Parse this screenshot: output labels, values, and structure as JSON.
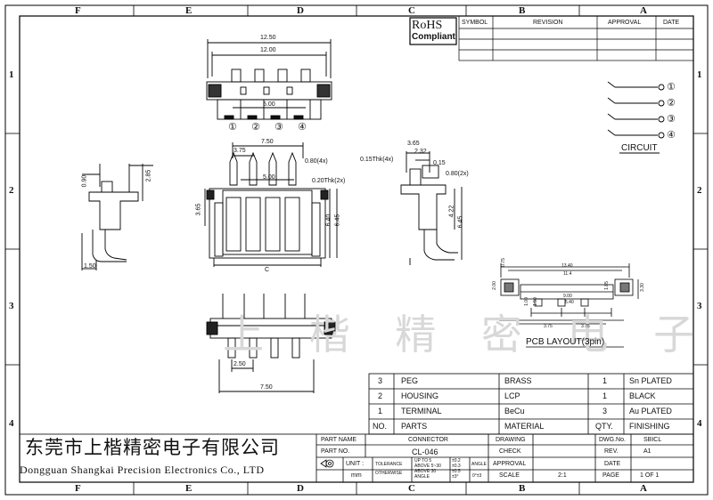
{
  "zones": {
    "columns": [
      "F",
      "E",
      "D",
      "C",
      "B",
      "A"
    ],
    "rows": [
      "1",
      "2",
      "3",
      "4"
    ]
  },
  "rohs": {
    "line1": "RoHS",
    "line2": "Compliant"
  },
  "revision_table": {
    "headers": [
      "SYMBOL",
      "REVISION",
      "APPROVAL",
      "DATE"
    ]
  },
  "circuit": {
    "pins": [
      "①",
      "②",
      "③",
      "④"
    ],
    "label": "CIRCUIT"
  },
  "dims": {
    "top_view": {
      "overall": "12.50",
      "inner": "12.00",
      "pitch": "5.00",
      "pins": [
        "①",
        "②",
        "③",
        "④"
      ]
    },
    "front_view": {
      "d750": "7.50",
      "d375": "3.75",
      "d080": "0.80(4x)",
      "d500": "5.00",
      "d020": "0.20Thk(2x)",
      "d365": "3.65",
      "d640": "6.40",
      "d645": "6.45",
      "c": "C"
    },
    "side_left": {
      "d090": "0.90",
      "d285": "2.85",
      "d150": "1.50"
    },
    "side_right": {
      "d015t": "0.15Thk(4x)",
      "d365": "3.65",
      "d232": "2.32",
      "d015": "0.15",
      "d080": "0.80(2x)",
      "d422": "4.22",
      "d645": "6.45"
    },
    "bottom_view": {
      "d250": "2.50",
      "d750": "7.50"
    },
    "pcb": {
      "label": "PCB  LAYOUT(3pin)",
      "d1340": "13.40",
      "d114": "11.4",
      "d900": "9.00",
      "d540": "5.40",
      "d375a": "3.75",
      "d375b": "3.75",
      "d085": "0.75",
      "d200": "2.00",
      "d185": "1.85",
      "d330": "3.30",
      "d100": "1.00",
      "d150": "1.50"
    }
  },
  "watermark": "上 楷 精 密 电 子",
  "parts": [
    {
      "no": "3",
      "part": "PEG",
      "material": "BRASS",
      "qty": "1",
      "finishing": "Sn  PLATED"
    },
    {
      "no": "2",
      "part": "HOUSING",
      "material": "LCP",
      "qty": "1",
      "finishing": "BLACK"
    },
    {
      "no": "1",
      "part": "TERMINAL",
      "material": "BeCu",
      "qty": "3",
      "finishing": "Au  PLATED"
    }
  ],
  "parts_header": {
    "no": "NO.",
    "part": "PARTS",
    "material": "MATERIAL",
    "qty": "QTY.",
    "finishing": "FINISHING"
  },
  "title_block": {
    "company_cn": "东莞市上楷精密电子有限公司",
    "company_en": "Dongguan Shangkai Precision Electronics Co., LTD",
    "part_name_label": "PART NAME",
    "part_name": "CONNECTOR",
    "part_no_label": "PART NO.",
    "part_no": "CL-046",
    "unit_label": "UNIT :",
    "unit": "mm",
    "tolerance": "TOLERANCE",
    "otherwise": "OTHERWISE",
    "tol_rows": [
      "UP TO 5",
      "ABOVE 5~30",
      "ABOVE 30",
      "ANGLE"
    ],
    "tol_vals": [
      "±0.2",
      "±0.3",
      "±0.5",
      "±3°"
    ],
    "angle_label": "ANGLE",
    "angle_val": "0°±3",
    "drawing": "DRAWING",
    "check": "CHECK",
    "approval": "APPROVAL",
    "scale": "SCALE",
    "scale_val": "2:1",
    "dwg_no_label": "DWG.No.",
    "dwg_no": "SBICL",
    "rev_label": "REV.",
    "rev": "A1",
    "date_label": "DATE",
    "page_label": "PAGE",
    "page": "1  OF  1"
  }
}
